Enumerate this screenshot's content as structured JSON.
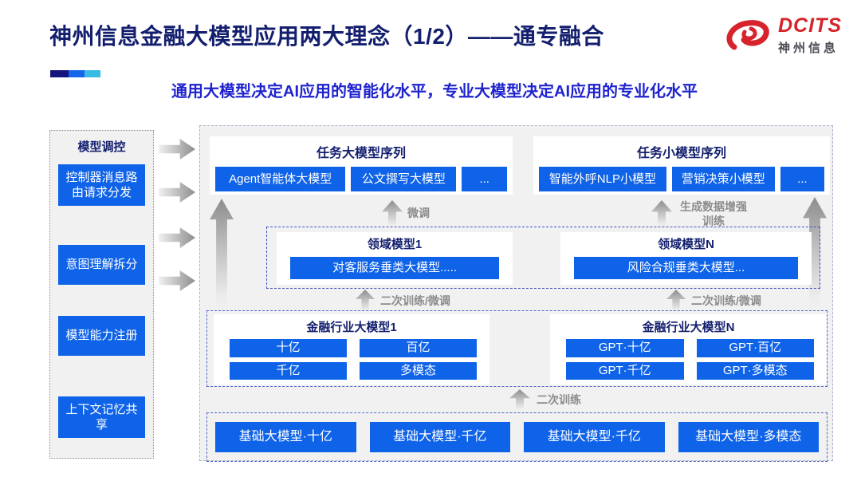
{
  "header": {
    "title": "神州信息金融大模型应用两大理念（1/2）——通专融合",
    "subtitle": "通用大模型决定AI应用的智能化水平，专业大模型决定AI应用的专业化水平",
    "logo": {
      "brand": "DCITS",
      "brand_cn": "神州信息"
    }
  },
  "sidebar": {
    "title": "模型调控",
    "items": [
      "控制器消息路由请求分发",
      "意图理解拆分",
      "模型能力注册",
      "上下文记忆共享"
    ]
  },
  "main": {
    "task_large": {
      "title": "任务大模型序列",
      "buttons": [
        "Agent智能体大模型",
        "公文撰写大模型",
        "..."
      ]
    },
    "task_small": {
      "title": "任务小模型序列",
      "buttons": [
        "智能外呼NLP小模型",
        "营销决策小模型",
        "..."
      ]
    },
    "labels": {
      "fine_tune": "微调",
      "gen_data": "生成数据增强训练",
      "retrain_ft_left": "二次训练/微调",
      "retrain_ft_right": "二次训练/微调",
      "retrain": "二次训练"
    },
    "domain": {
      "box1": {
        "title": "领域模型1",
        "button": "对客服务垂类大模型....."
      },
      "boxN": {
        "title": "领域模型N",
        "button": "风险合规垂类大模型..."
      }
    },
    "finance": {
      "box1": {
        "title": "金融行业大模型1",
        "buttons": [
          "十亿",
          "百亿",
          "千亿",
          "多模态"
        ]
      },
      "boxN": {
        "title": "金融行业大模型N",
        "buttons": [
          "GPT·十亿",
          "GPT·百亿",
          "GPT·千亿",
          "GPT·多模态"
        ]
      }
    },
    "base_models": [
      "基础大模型·十亿",
      "基础大模型·千亿",
      "基础大模型·千亿",
      "基础大模型·多模态"
    ]
  },
  "colors": {
    "primary_blue": "#0f63e8",
    "title_navy": "#131f6e",
    "subtitle_blue": "#1f23cf",
    "logo_red": "#d7232b",
    "label_gray": "#8b8b8b",
    "accent_segments": [
      "#15157e",
      "#1565e8",
      "#39bae2"
    ]
  }
}
